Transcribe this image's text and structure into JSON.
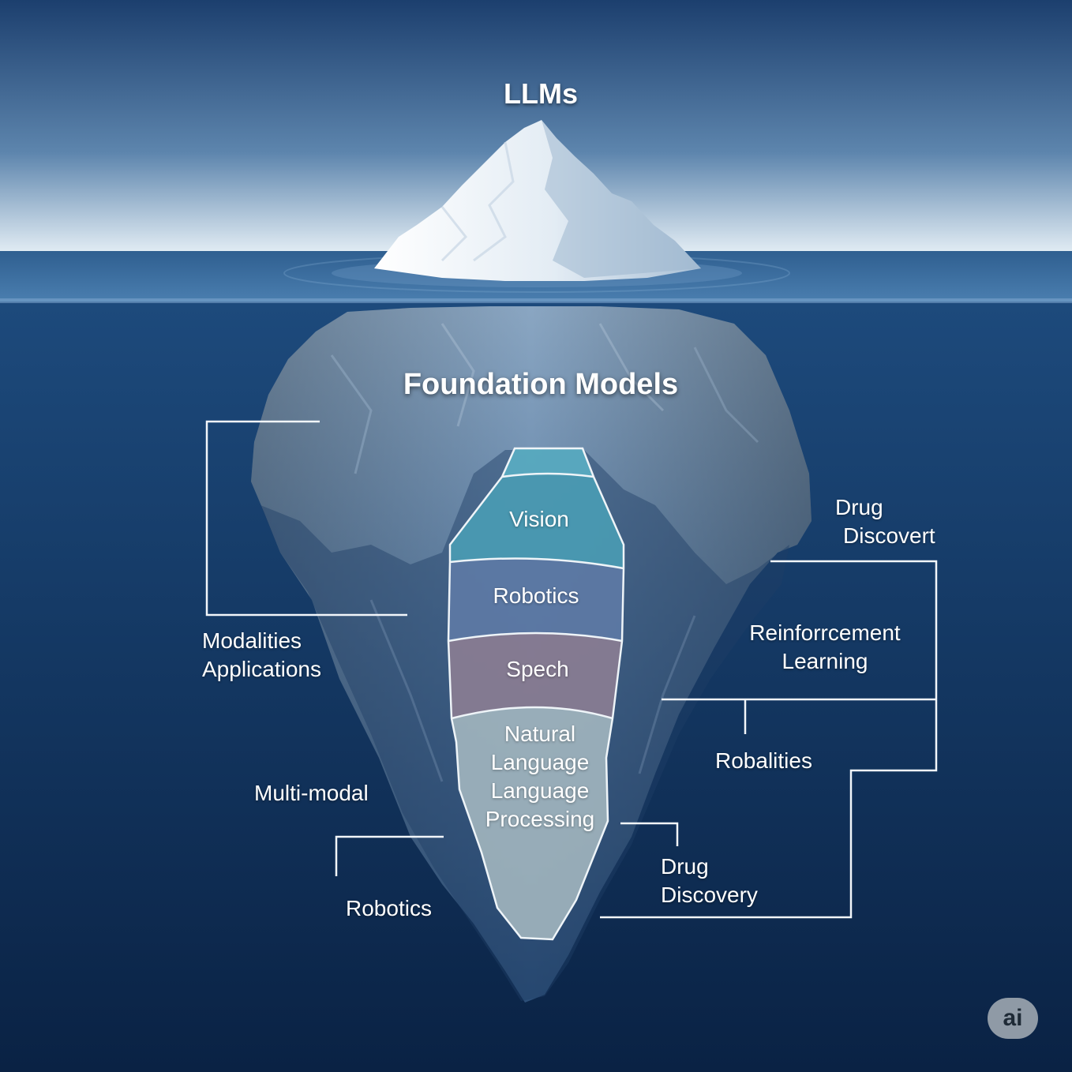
{
  "title_top": "LLMs",
  "title_middle": "Foundation Models",
  "core_layers": [
    {
      "label": "Vision",
      "color": "#4a9bb3"
    },
    {
      "label": "Robotics",
      "color": "#5d7aa5"
    },
    {
      "label": "Spech",
      "color": "#8a7d92"
    },
    {
      "label": [
        "Natural",
        "Language",
        "Language",
        "Processing"
      ],
      "color": "#a5b8c0"
    }
  ],
  "side_labels": {
    "modalities_applications": [
      "Modalities",
      "Applications"
    ],
    "multi_modal": "Multi-modal",
    "robotics": "Robotics",
    "drug_discovert": [
      "Drug",
      "Discovert"
    ],
    "reinforcement_learning": [
      "Reinforrcement",
      "Learning"
    ],
    "robalities": "Robalities",
    "drug_discovery": [
      "Drug",
      "Discovery"
    ]
  },
  "badge": "ai",
  "colors": {
    "sky_top": "#1c3f6e",
    "sky_horizon": "#e4eef5",
    "ocean_deep": "#0b2446",
    "ice_light": "#f4f8fb",
    "ice_underwater": "#6f90b0"
  }
}
